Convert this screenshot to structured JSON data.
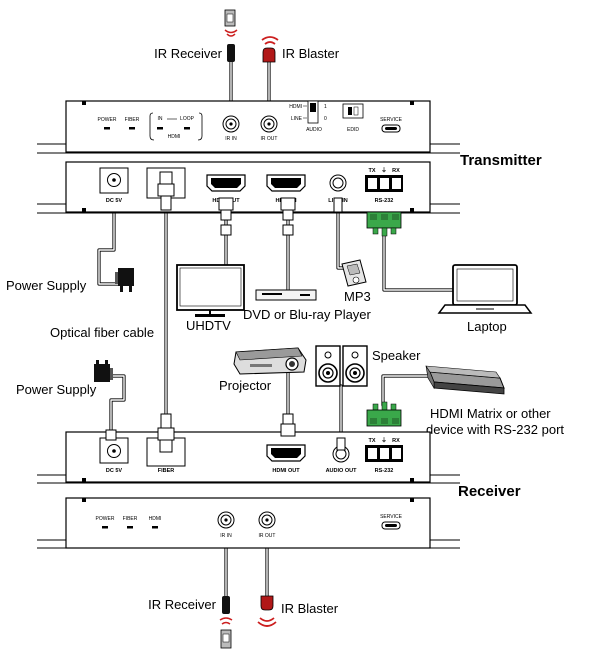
{
  "labels": {
    "ir_receiver_top": "IR Receiver",
    "ir_blaster_top": "IR Blaster",
    "transmitter": "Transmitter",
    "receiver": "Receiver",
    "power_supply_top": "Power Supply",
    "power_supply_bottom": "Power Supply",
    "optical_fiber": "Optical fiber cable",
    "uhdtv": "UHDTV",
    "dvd": "DVD or Blu-ray Player",
    "mp3": "MP3",
    "laptop": "Laptop",
    "projector": "Projector",
    "speaker": "Speaker",
    "hdmi_matrix_1": "HDMI Matrix or other",
    "hdmi_matrix_2": "device with RS-232 port",
    "ir_receiver_bottom": "IR Receiver",
    "ir_blaster_bottom": "IR Blaster"
  },
  "tx_front": {
    "power": "POWER",
    "fiber": "FIBER",
    "in": "IN",
    "loop": "LOOP",
    "hdmi": "HDMI",
    "ir_in": "IR IN",
    "ir_out": "IR OUT",
    "sw_hdmi": "HDMI",
    "sw_line": "LINE",
    "sw_1": "1",
    "sw_0": "0",
    "audio": "AUDIO",
    "edid": "EDID",
    "service": "SERVICE"
  },
  "tx_rear": {
    "dc5v": "DC 5V",
    "hdmi_out": "HDMI OUT",
    "hdmi_in": "HDMI IN",
    "line_in": "LINE IN",
    "rs232": "RS-232",
    "tx": "TX",
    "rx": "RX"
  },
  "rx_rear": {
    "dc5v": "DC 5V",
    "fiber": "FIBER",
    "hdmi_out": "HDMI OUT",
    "audio_out": "AUDIO OUT",
    "rs232": "RS-232",
    "tx": "TX",
    "rx": "RX"
  },
  "rx_front": {
    "power": "POWER",
    "fiber": "FIBER",
    "hdmi": "HDMI",
    "ir_in": "IR IN",
    "ir_out": "IR OUT",
    "service": "SERVICE"
  },
  "colors": {
    "ir_red": "#cc1f1f",
    "terminal_green": "#3aa84a",
    "cable": "#000000"
  }
}
